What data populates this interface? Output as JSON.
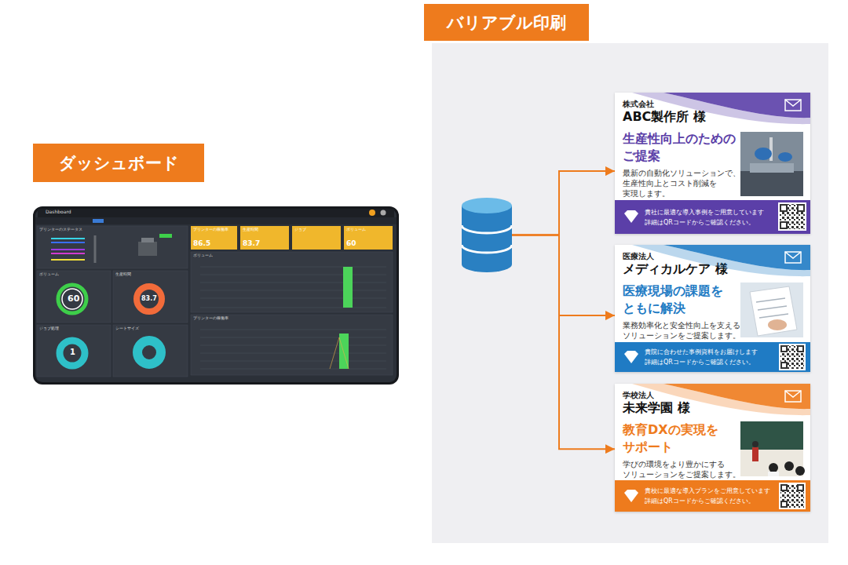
{
  "diagram": {
    "nodes": [
      {
        "text": [
          "ダッシュボード"
        ]
      },
      {
        "text": [
          "バリアブル印刷"
        ]
      },
      {
        "text": [],
        "in": 1
      },
      {
        "text": [
          "株式会社",
          "ABC製作所 様",
          "生産性向上のための ご提案",
          "最新の自動化ソリューションで、 生産性向上とコスト削減を 実現します。"
        ],
        "in": 1
      },
      {
        "text": [
          "貴社に最適な導入事例をご用意しています 詳細はQRコードからご確認ください。"
        ],
        "in": 3
      },
      {
        "text": [
          "医療法人",
          "メディカルケア 様",
          "医療現場の課題を ともに解決",
          "業務効率化と安全性向上を支える ソリューションをご提案します。"
        ],
        "in": 1
      },
      {
        "text": [
          "貴院に合わせた事例資料をお届けします 詳細はQRコードからご確認ください。"
        ],
        "in": 5
      },
      {
        "text": [
          "学校法人",
          "未来学園 様",
          "教育DXの実現を サポート",
          "学びの環境をより豊かにする ソリューションをご提案します。"
        ],
        "in": 1
      },
      {
        "text": [
          "貴校に最適な導入プランをご用意しています 詳細はQRコードからご確認ください。"
        ],
        "in": 7
      }
    ],
    "edges": [
      {
        "from": 2,
        "to": 3,
        "arrow": "to"
      },
      {
        "from": 2,
        "to": 5,
        "arrow": "to"
      },
      {
        "from": 2,
        "to": 7,
        "arrow": "to"
      }
    ],
    "labels": [
      "Dashboard",
      "プリンターのステータス",
      "プリンターの稼働率",
      "生産時間",
      "ジョブ",
      "ボリューム",
      "86.5",
      "83.7",
      "60",
      "ボリューム",
      "ボリューム",
      "生産時間",
      "60",
      "83.7",
      "プリンターの稼働率",
      "ジョブ処理",
      "シートサイズ",
      "1"
    ]
  }
}
